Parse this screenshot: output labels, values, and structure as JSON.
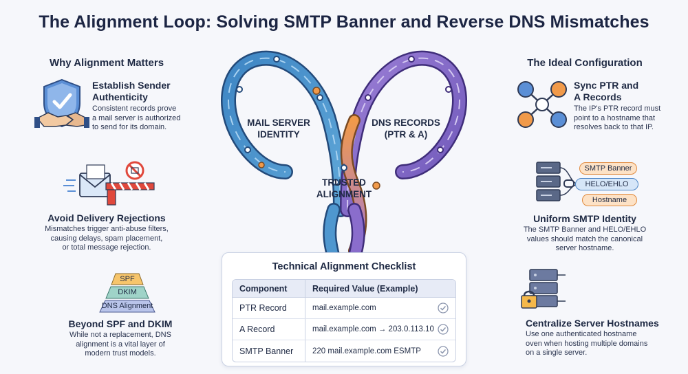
{
  "title": "The Alignment Loop: Solving SMTP Banner and Reverse DNS Mismatches",
  "left": {
    "heading": "Why Alignment Matters",
    "blocks": [
      {
        "title_line1": "Establish Sender",
        "title_line2": "Authenticity",
        "desc": [
          "Consistent records prove",
          "a mail server is authorized",
          "to send for its domain."
        ]
      },
      {
        "title": "Avoid Delivery Rejections",
        "desc": [
          "Mismatches trigger anti-abuse filters,",
          "causing delays, spam placement,",
          "or total message rejection."
        ]
      },
      {
        "title": "Beyond SPF and DKIM",
        "desc": [
          "While not a replacement, DNS",
          "alignment is a vital layer of",
          "modern trust models."
        ],
        "pyramid": [
          "SPF",
          "DKIM",
          "DNS Alignment"
        ]
      }
    ]
  },
  "center": {
    "left_loop": [
      "MAIL SERVER",
      "IDENTITY"
    ],
    "right_loop": [
      "DNS RECORDS",
      "(PTR & A)"
    ],
    "middle": [
      "TRUSTED",
      "ALIGNMENT"
    ]
  },
  "checklist": {
    "title": "Technical Alignment Checklist",
    "headers": [
      "Component",
      "Required Value (Example)"
    ],
    "rows": [
      {
        "component": "PTR Record",
        "value": "mail.example.com"
      },
      {
        "component": "A Record",
        "value": "mail.example.com → 203.0.113.10"
      },
      {
        "component": "SMTP Banner",
        "value": "220 mail.example.com ESMTP"
      }
    ]
  },
  "right": {
    "heading": "The Ideal Configuration",
    "blocks": [
      {
        "title_line1": "Sync PTR and",
        "title_line2": "A Records",
        "desc": [
          "The IP's PTR record must",
          "point to a hostname that",
          "resolves back to that IP."
        ]
      },
      {
        "title": "Uniform SMTP Identity",
        "desc": [
          "The SMTP Banner and HELO/EHLO",
          "values should match the canonical",
          "server hostname."
        ],
        "pills": [
          "SMTP Banner",
          "HELO/EHLO",
          "Hostname"
        ]
      },
      {
        "title": "Centralize Server Hostnames",
        "desc": [
          "Use one authenticated hostname",
          "oven when hosting multiple domains",
          "on a single server."
        ]
      }
    ]
  },
  "colors": {
    "blue": "#3f86c4",
    "purple": "#7a63c0",
    "orange": "#f19a4a",
    "navy": "#1c2543"
  }
}
